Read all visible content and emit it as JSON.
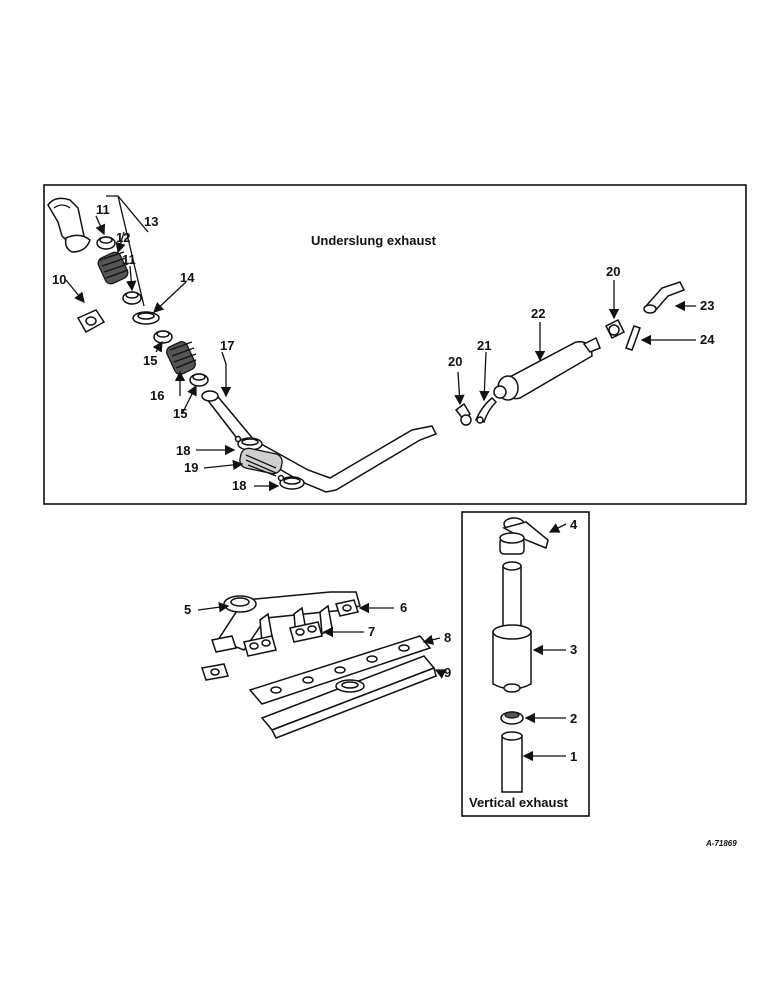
{
  "titles": {
    "underslung": "Underslung exhaust",
    "vertical": "Vertical exhaust"
  },
  "reference": "A-71869",
  "callouts": {
    "c1": "1",
    "c2": "2",
    "c3": "3",
    "c4": "4",
    "c5": "5",
    "c6": "6",
    "c7": "7",
    "c8": "8",
    "c9": "9",
    "c10": "10",
    "c11a": "11",
    "c11b": "11",
    "c12": "12",
    "c13": "13",
    "c14": "14",
    "c15a": "15",
    "c15b": "15",
    "c16": "16",
    "c17": "17",
    "c18a": "18",
    "c18b": "18",
    "c19": "19",
    "c20a": "20",
    "c20b": "20",
    "c21": "21",
    "c22": "22",
    "c23": "23",
    "c24": "24"
  }
}
